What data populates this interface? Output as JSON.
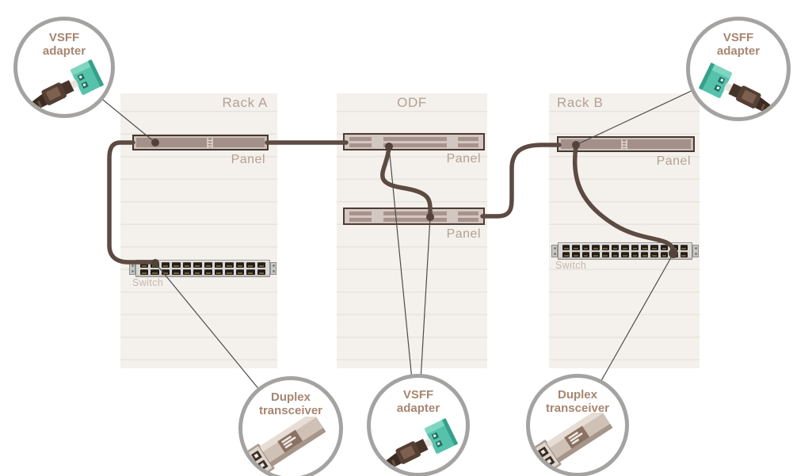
{
  "racks": [
    {
      "label": "Rack A",
      "panels": [
        {
          "label": "Panel"
        }
      ],
      "switch_label": "Switch",
      "switch_ports": 12
    },
    {
      "label": "ODF",
      "panels": [
        {
          "label": "Panel"
        },
        {
          "label": "Panel"
        }
      ]
    },
    {
      "label": "Rack B",
      "panels": [
        {
          "label": "Panel"
        }
      ],
      "switch_label": "Switch",
      "switch_ports": 13
    }
  ],
  "callouts": [
    {
      "id": "vsff-top-left",
      "line1": "VSFF",
      "line2": "adapter"
    },
    {
      "id": "vsff-top-right",
      "line1": "VSFF",
      "line2": "adapter"
    },
    {
      "id": "duplex-bottom-left",
      "line1": "Duplex",
      "line2": "transceiver"
    },
    {
      "id": "vsff-bottom-center",
      "line1": "VSFF",
      "line2": "adapter"
    },
    {
      "id": "duplex-bottom-right",
      "line1": "Duplex",
      "line2": "transceiver"
    }
  ],
  "colors": {
    "rack_background": "#f4f1ec",
    "rack_unit_line": "#e8e3dc",
    "panel_border": "#46362f",
    "panel_frame": "#cdc1ba",
    "panel_inner": "#a3908a",
    "odf_bar": "#a8938c",
    "cable": "#5d4a42",
    "connection_dot": "#52423a",
    "callout_pointer_line": "#4c4c4c",
    "circle_border": "#a4a3a1",
    "label_text": "#b3a095",
    "callout_text": "#a68671",
    "adapter_teal": "#57c2ab",
    "plug_dark_brown": "#46342a",
    "switch_body": "#d9d8d5",
    "switch_port": "#241d17"
  }
}
